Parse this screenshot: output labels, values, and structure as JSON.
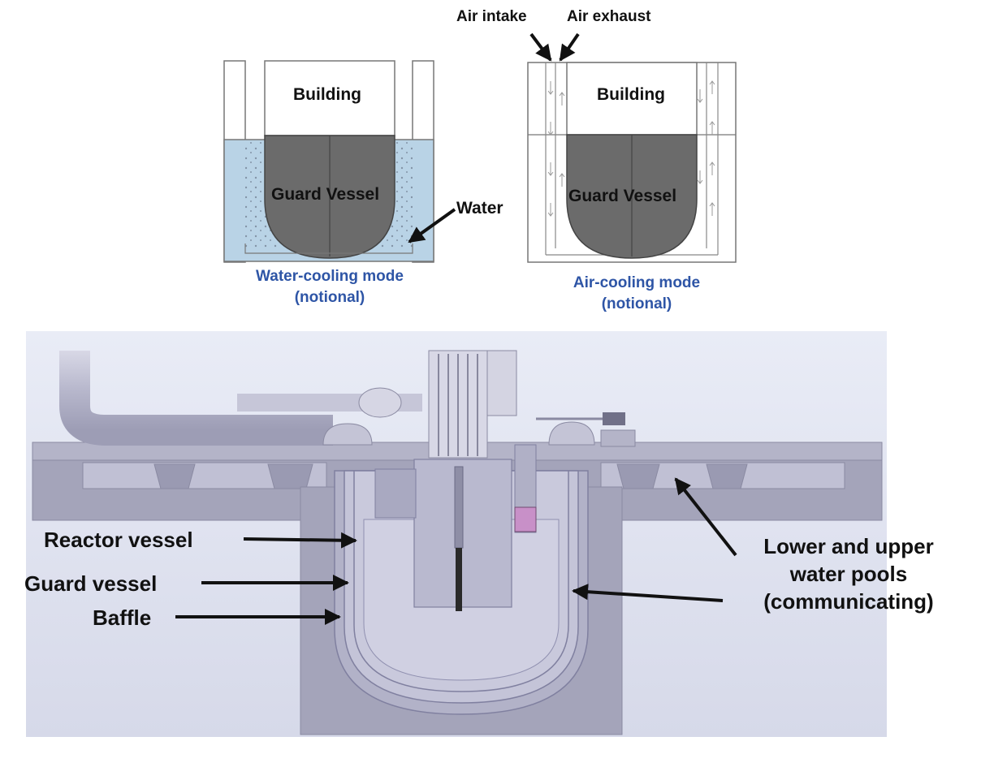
{
  "top_left": {
    "building": "Building",
    "guard_vessel": "Guard Vessel",
    "water": "Water",
    "caption_line1": "Water-cooling mode",
    "caption_line2": "(notional)"
  },
  "top_right": {
    "air_intake": "Air intake",
    "air_exhaust": "Air exhaust",
    "building": "Building",
    "guard_vessel": "Guard Vessel",
    "caption_line1": "Air-cooling mode",
    "caption_line2": "(notional)"
  },
  "bottom": {
    "reactor_vessel": "Reactor vessel",
    "guard_vessel": "Guard vessel",
    "baffle": "Baffle",
    "pools_line1": "Lower and upper",
    "pools_line2": "water pools",
    "pools_line3": "(communicating)"
  },
  "colors": {
    "water": "#b9d3e6",
    "guard_vessel": "#6b6b6b",
    "caption": "#2e55a6",
    "concrete": "#a4a4ba",
    "interior": "#c9c9dc"
  }
}
